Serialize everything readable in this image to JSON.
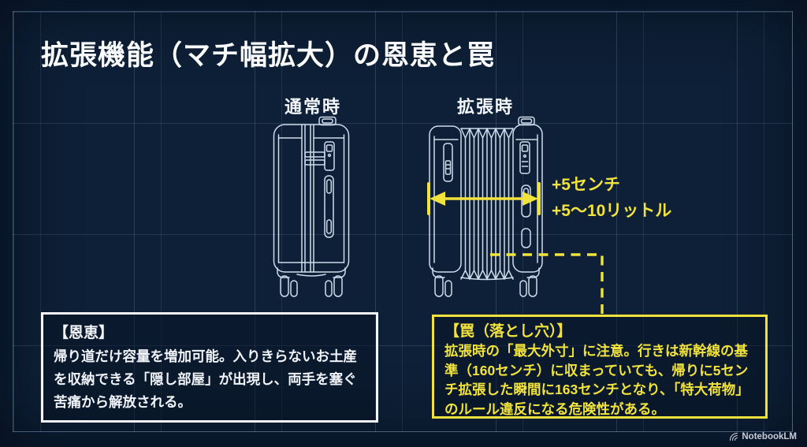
{
  "title": "拡張機能（マチ幅拡大）の恩恵と罠",
  "labels": {
    "normal": "通常時",
    "expanded": "拡張時"
  },
  "measurement": {
    "line1": "+5センチ",
    "line2": "+5〜10リットル"
  },
  "benefit": {
    "heading": "【恩恵】",
    "body": "帰り道だけ容量を増加可能。入りきらないお土産を収納できる「隠し部屋」が出現し、両手を塞ぐ苦痛から解放される。"
  },
  "trap": {
    "heading": "【罠（落とし穴）】",
    "body": "拡張時の「最大外寸」に注意。行きは新幹線の基準（160センチ）に収まっていても、帰りに5センチ拡張した瞬間に163センチとなり、「特大荷物」のルール違反になる危険性がある。"
  },
  "watermark": {
    "icon": "notebooklm-logo-icon",
    "label": "NotebookLM"
  },
  "colors": {
    "background": "#0e2037",
    "grid_line": "#96b6d8",
    "accent_yellow": "#f1e33c",
    "illustration_line": "#cfdcec",
    "text_primary": "#ffffff"
  }
}
